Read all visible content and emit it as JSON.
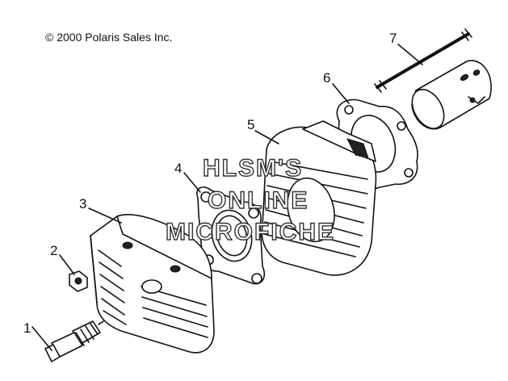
{
  "copyright": "© 2000 Polaris Sales Inc.",
  "callouts": [
    "1",
    "2",
    "3",
    "4",
    "5",
    "6",
    "7"
  ],
  "watermark": [
    "HLSM'S",
    "ONLINE",
    "MICROFICHE"
  ],
  "parts": {
    "spark_plug": "spark-plug-icon",
    "nut": "nut-icon",
    "cylinder_head": "cylinder-head-icon",
    "head_gasket": "head-gasket-icon",
    "cylinder": "cylinder-icon",
    "base_gasket": "base-gasket-icon",
    "stud": "stud-icon",
    "piston": "piston-icon"
  }
}
